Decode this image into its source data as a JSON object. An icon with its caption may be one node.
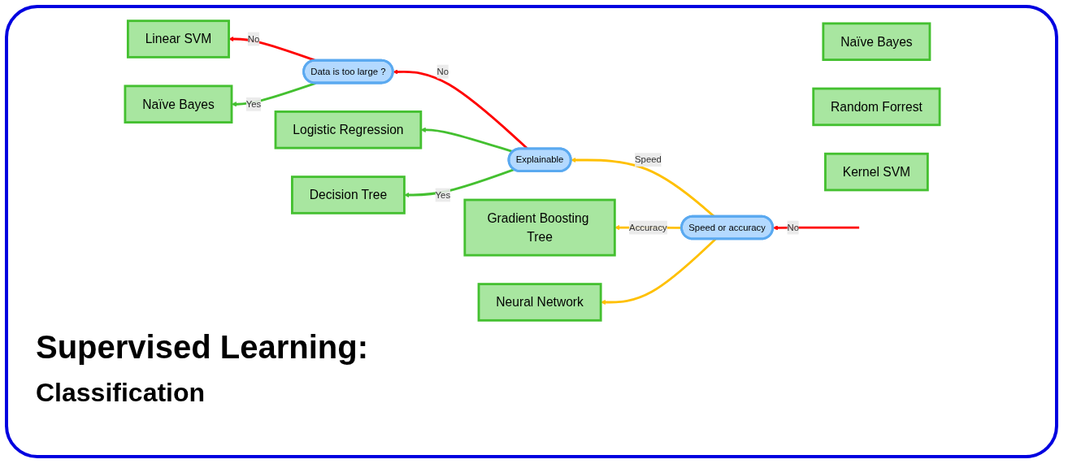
{
  "diagram": {
    "title": "Supervised Learning:",
    "nodes": [
      {
        "text": [
          "Linear SVM"
        ]
      },
      {
        "text": [
          "Naïve Bayes"
        ]
      },
      {
        "text": [
          "Data is too large ?"
        ]
      },
      {
        "text": [
          "Explainable"
        ]
      },
      {
        "text": [
          "Speed or accuracy"
        ]
      },
      {
        "text": [
          "Naïve Bayes"
        ]
      },
      {
        "text": [
          "Logistic Regression"
        ]
      },
      {
        "text": [
          "Decision Tree"
        ]
      },
      {
        "text": [
          "Random Forrest"
        ]
      },
      {
        "text": [
          "Gradient Boosting Tree"
        ]
      },
      {
        "text": [
          "Neural Network"
        ]
      },
      {
        "text": [
          "Kernel SVM"
        ]
      }
    ],
    "edges": [
      {
        "from": null,
        "to": 4,
        "arrow": "to",
        "label": "No",
        "color": "#ff0000"
      },
      {
        "from": 4,
        "to": 3,
        "arrow": "to",
        "label": "Speed",
        "color": "#ffc000"
      },
      {
        "from": 3,
        "to": 2,
        "arrow": "to",
        "label": "No",
        "color": "#ff0000"
      },
      {
        "from": 2,
        "to": 0,
        "arrow": "to",
        "label": "No",
        "color": "#ff0000"
      },
      {
        "from": 2,
        "to": 5,
        "arrow": "to",
        "label": "Yes",
        "color": "#44c030"
      },
      {
        "from": 3,
        "to": 7,
        "arrow": "to",
        "label": "Yes",
        "color": "#44c030"
      },
      {
        "from": 3,
        "to": 6,
        "arrow": "to",
        "color": "#44c030"
      },
      {
        "from": 4,
        "to": 9,
        "arrow": "to",
        "label": "Accuracy",
        "color": "#ffc000"
      },
      {
        "from": 4,
        "to": 10,
        "arrow": "to",
        "color": "#ffc000"
      }
    ],
    "labels": [
      "Classification"
    ]
  }
}
